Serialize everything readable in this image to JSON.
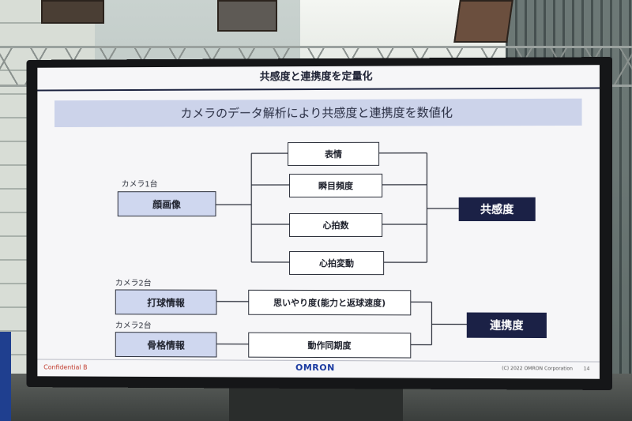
{
  "slide": {
    "header": "共感度と連携度を定量化",
    "subtitle": "カメラのデータ解析により共感度と連携度を数値化",
    "camera_labels": [
      "カメラ1台",
      "カメラ2台",
      "カメラ2台"
    ],
    "inputs": [
      "顔画像",
      "打球情報",
      "骨格情報"
    ],
    "features": [
      "表情",
      "瞬目頻度",
      "心拍数",
      "心拍変動",
      "思いやり度(能力と返球速度)",
      "動作同期度"
    ],
    "outputs": [
      "共感度",
      "連携度"
    ],
    "footer": {
      "confidential": "Confidential B",
      "logo": "OMRON",
      "copyright": "(C) 2022 OMRON Corporation",
      "page": "14"
    }
  },
  "colors": {
    "band": "#ccd3ea",
    "input_box": "#cfd7ef",
    "output_box": "#1b2146",
    "logo": "#1a3aa0",
    "confidential": "#c0392b"
  }
}
